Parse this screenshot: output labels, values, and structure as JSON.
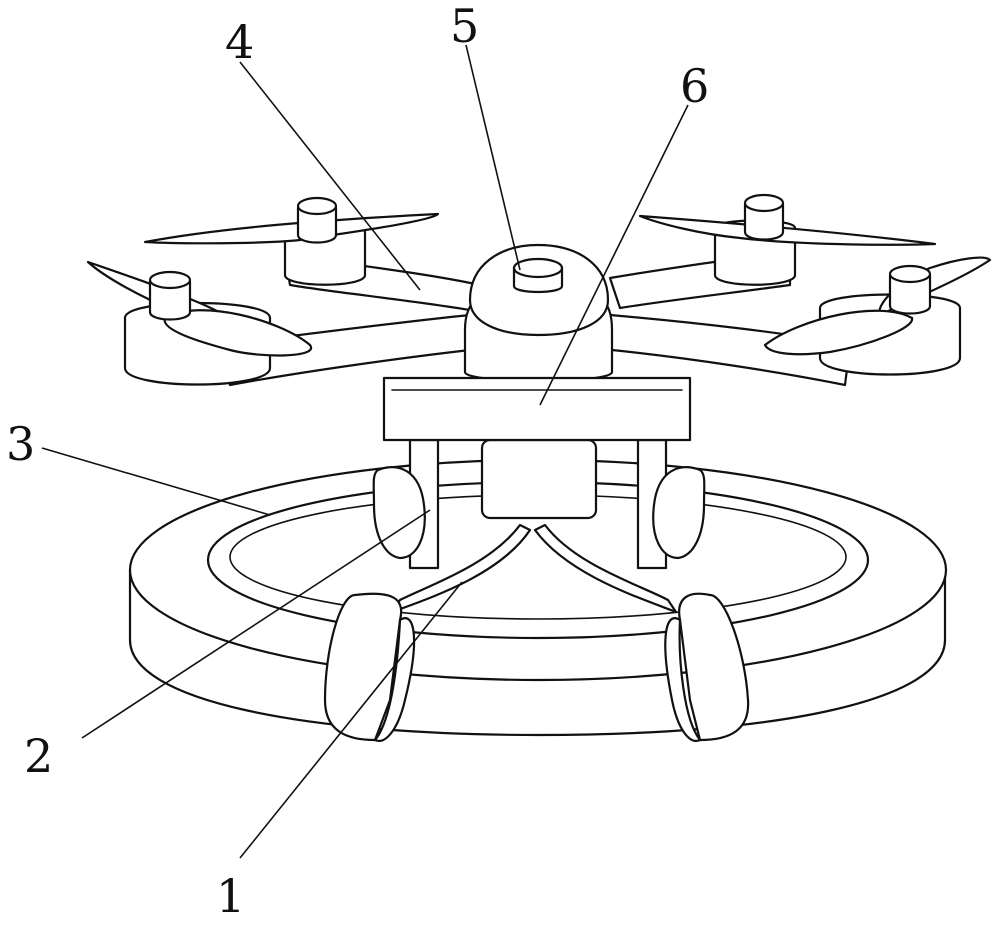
{
  "figure": {
    "labels": [
      {
        "id": "1",
        "text": "1"
      },
      {
        "id": "2",
        "text": "2"
      },
      {
        "id": "3",
        "text": "3"
      },
      {
        "id": "4",
        "text": "4"
      },
      {
        "id": "5",
        "text": "5"
      },
      {
        "id": "6",
        "text": "6"
      }
    ]
  }
}
